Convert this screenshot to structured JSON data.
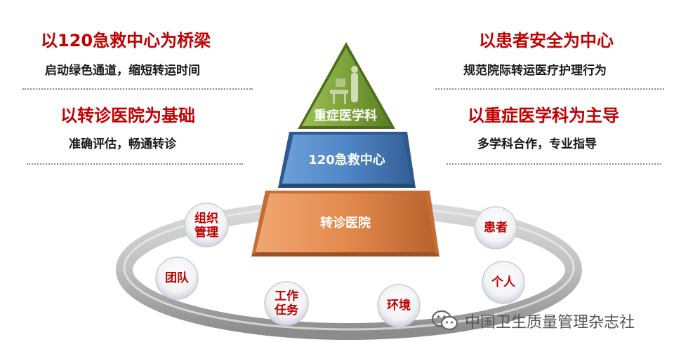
{
  "left_panel": {
    "item1": {
      "heading": "以120急救中心为桥梁",
      "sub": "启动绿色通道，缩短转运时间"
    },
    "item2": {
      "heading": "以转诊医院为基础",
      "sub": "准确评估，畅通转诊"
    }
  },
  "right_panel": {
    "item1": {
      "heading": "以患者安全为中心",
      "sub": "规范院际转运医疗护理行为"
    },
    "item2": {
      "heading": "以重症医学科为主导",
      "sub": "多学科合作，专业指导"
    }
  },
  "pyramid": {
    "top": {
      "label": "重症医学科",
      "color": "#7da23a"
    },
    "middle": {
      "label": "120急救中心",
      "color": "#4f86c6"
    },
    "bottom": {
      "label": "转诊医院",
      "color": "#e38a4e"
    }
  },
  "ring_nodes": {
    "org": {
      "line1": "组织",
      "line2": "管理"
    },
    "team": "团队",
    "task": {
      "line1": "工作",
      "line2": "任务"
    },
    "env": "环境",
    "patient": "患者",
    "individual": "个人"
  },
  "colors": {
    "heading_red": "#c00000",
    "ring_gray": "#a6a6a6"
  },
  "watermark": {
    "icon": "wechat-icon",
    "text": "中国卫生质量管理杂志社"
  }
}
